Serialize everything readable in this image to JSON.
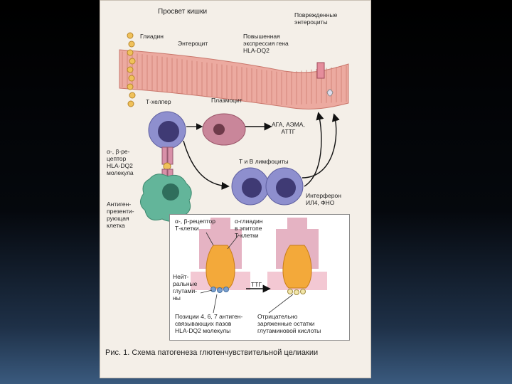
{
  "diagram": {
    "labels": {
      "lumen": "Просвет кишки",
      "damaged": "Поврежденные\nэнтероциты",
      "gliadin": "Глиадин",
      "enterocyte": "Энтероцит",
      "hla_expr": "Повышенная\nэкспрессия гена\nHLA-DQ2",
      "t_helper": "Т-хелпер",
      "plasmocyte": "Плазмоцит",
      "antibodies": "АГА, АЭМА,\nАТТГ",
      "receptor": "α-, β-ре-\nцептор\nHLA-DQ2\nмолекула",
      "tb_lymph": "Т и В лимфоциты",
      "apc": "Антиген-\nпрезенти-\nрующая\nклетка",
      "interferon": "Интерферон\nИЛ4, ФНО"
    },
    "inset_labels": {
      "receptor_t": "α-, β-рецептор\nТ-клетки",
      "alpha_gliadin": "α-глиадин\nв эпитопе\nТ-клетки",
      "neutral_glut": "Нейт-\nральные\nглутами-\nны",
      "ttg": "ТТГ",
      "positions": "Позиции 4, 6, 7 антиген-\nсвязывающих пазов\nHLA-DQ2 молекулы",
      "negative": "Отрицательно\nзаряженные остатки\nглутаминовой кислоты"
    },
    "caption": "Рис. 1. Схема патогенеза глютенчувствительной целиакии",
    "colors": {
      "epithelium": "#ecaaa0",
      "epithelium_dark": "#c9766b",
      "lymphocyte": "#8e8fce",
      "lymph_nucleus": "#3f3a74",
      "plasma": "#c9869a",
      "apc": "#63b59a",
      "gliadin": "#f0c15a",
      "receptor": "#d890a8"
    }
  }
}
